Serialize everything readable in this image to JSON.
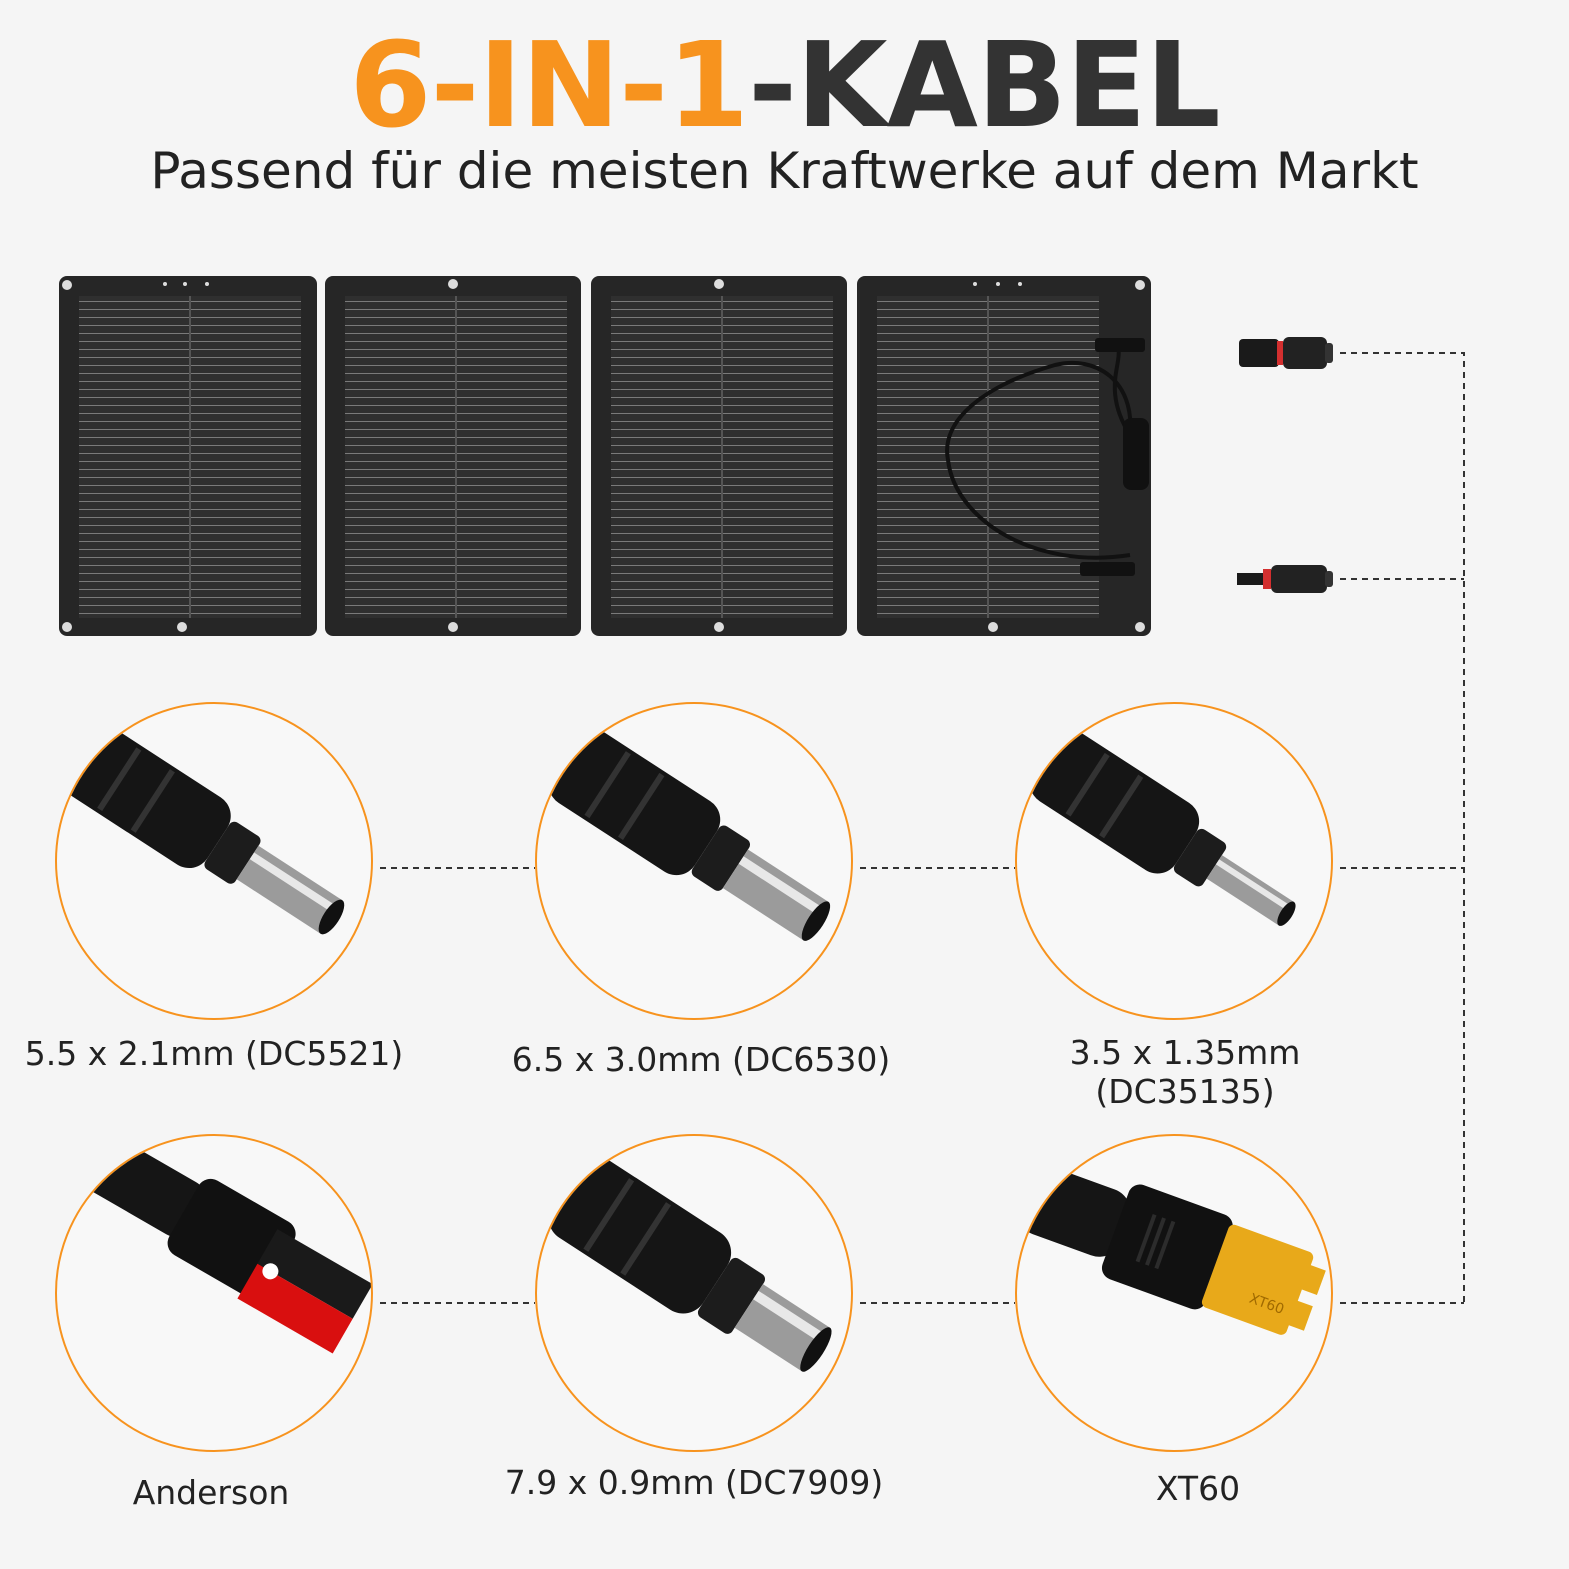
{
  "header": {
    "title_orange": "6-IN-1",
    "title_dark": "-KABEL",
    "subtitle": "Passend für die meisten Kraftwerke auf dem Markt"
  },
  "colors": {
    "accent": "#f7931e",
    "dark": "#333333",
    "panel": "#2d2d2d"
  },
  "connectors": [
    {
      "label": "5.5 x 2.1mm (DC5521)",
      "icon": "barrel-plug-icon"
    },
    {
      "label": "6.5 x 3.0mm (DC6530)",
      "icon": "barrel-plug-icon"
    },
    {
      "label": "3.5 x 1.35mm (DC35135)",
      "icon": "barrel-plug-icon"
    },
    {
      "label": "Anderson",
      "icon": "anderson-plug-icon"
    },
    {
      "label": "7.9 x 0.9mm (DC7909)",
      "icon": "barrel-plug-icon"
    },
    {
      "label": "XT60",
      "icon": "xt60-plug-icon"
    }
  ],
  "xt60_marking": "XT60"
}
